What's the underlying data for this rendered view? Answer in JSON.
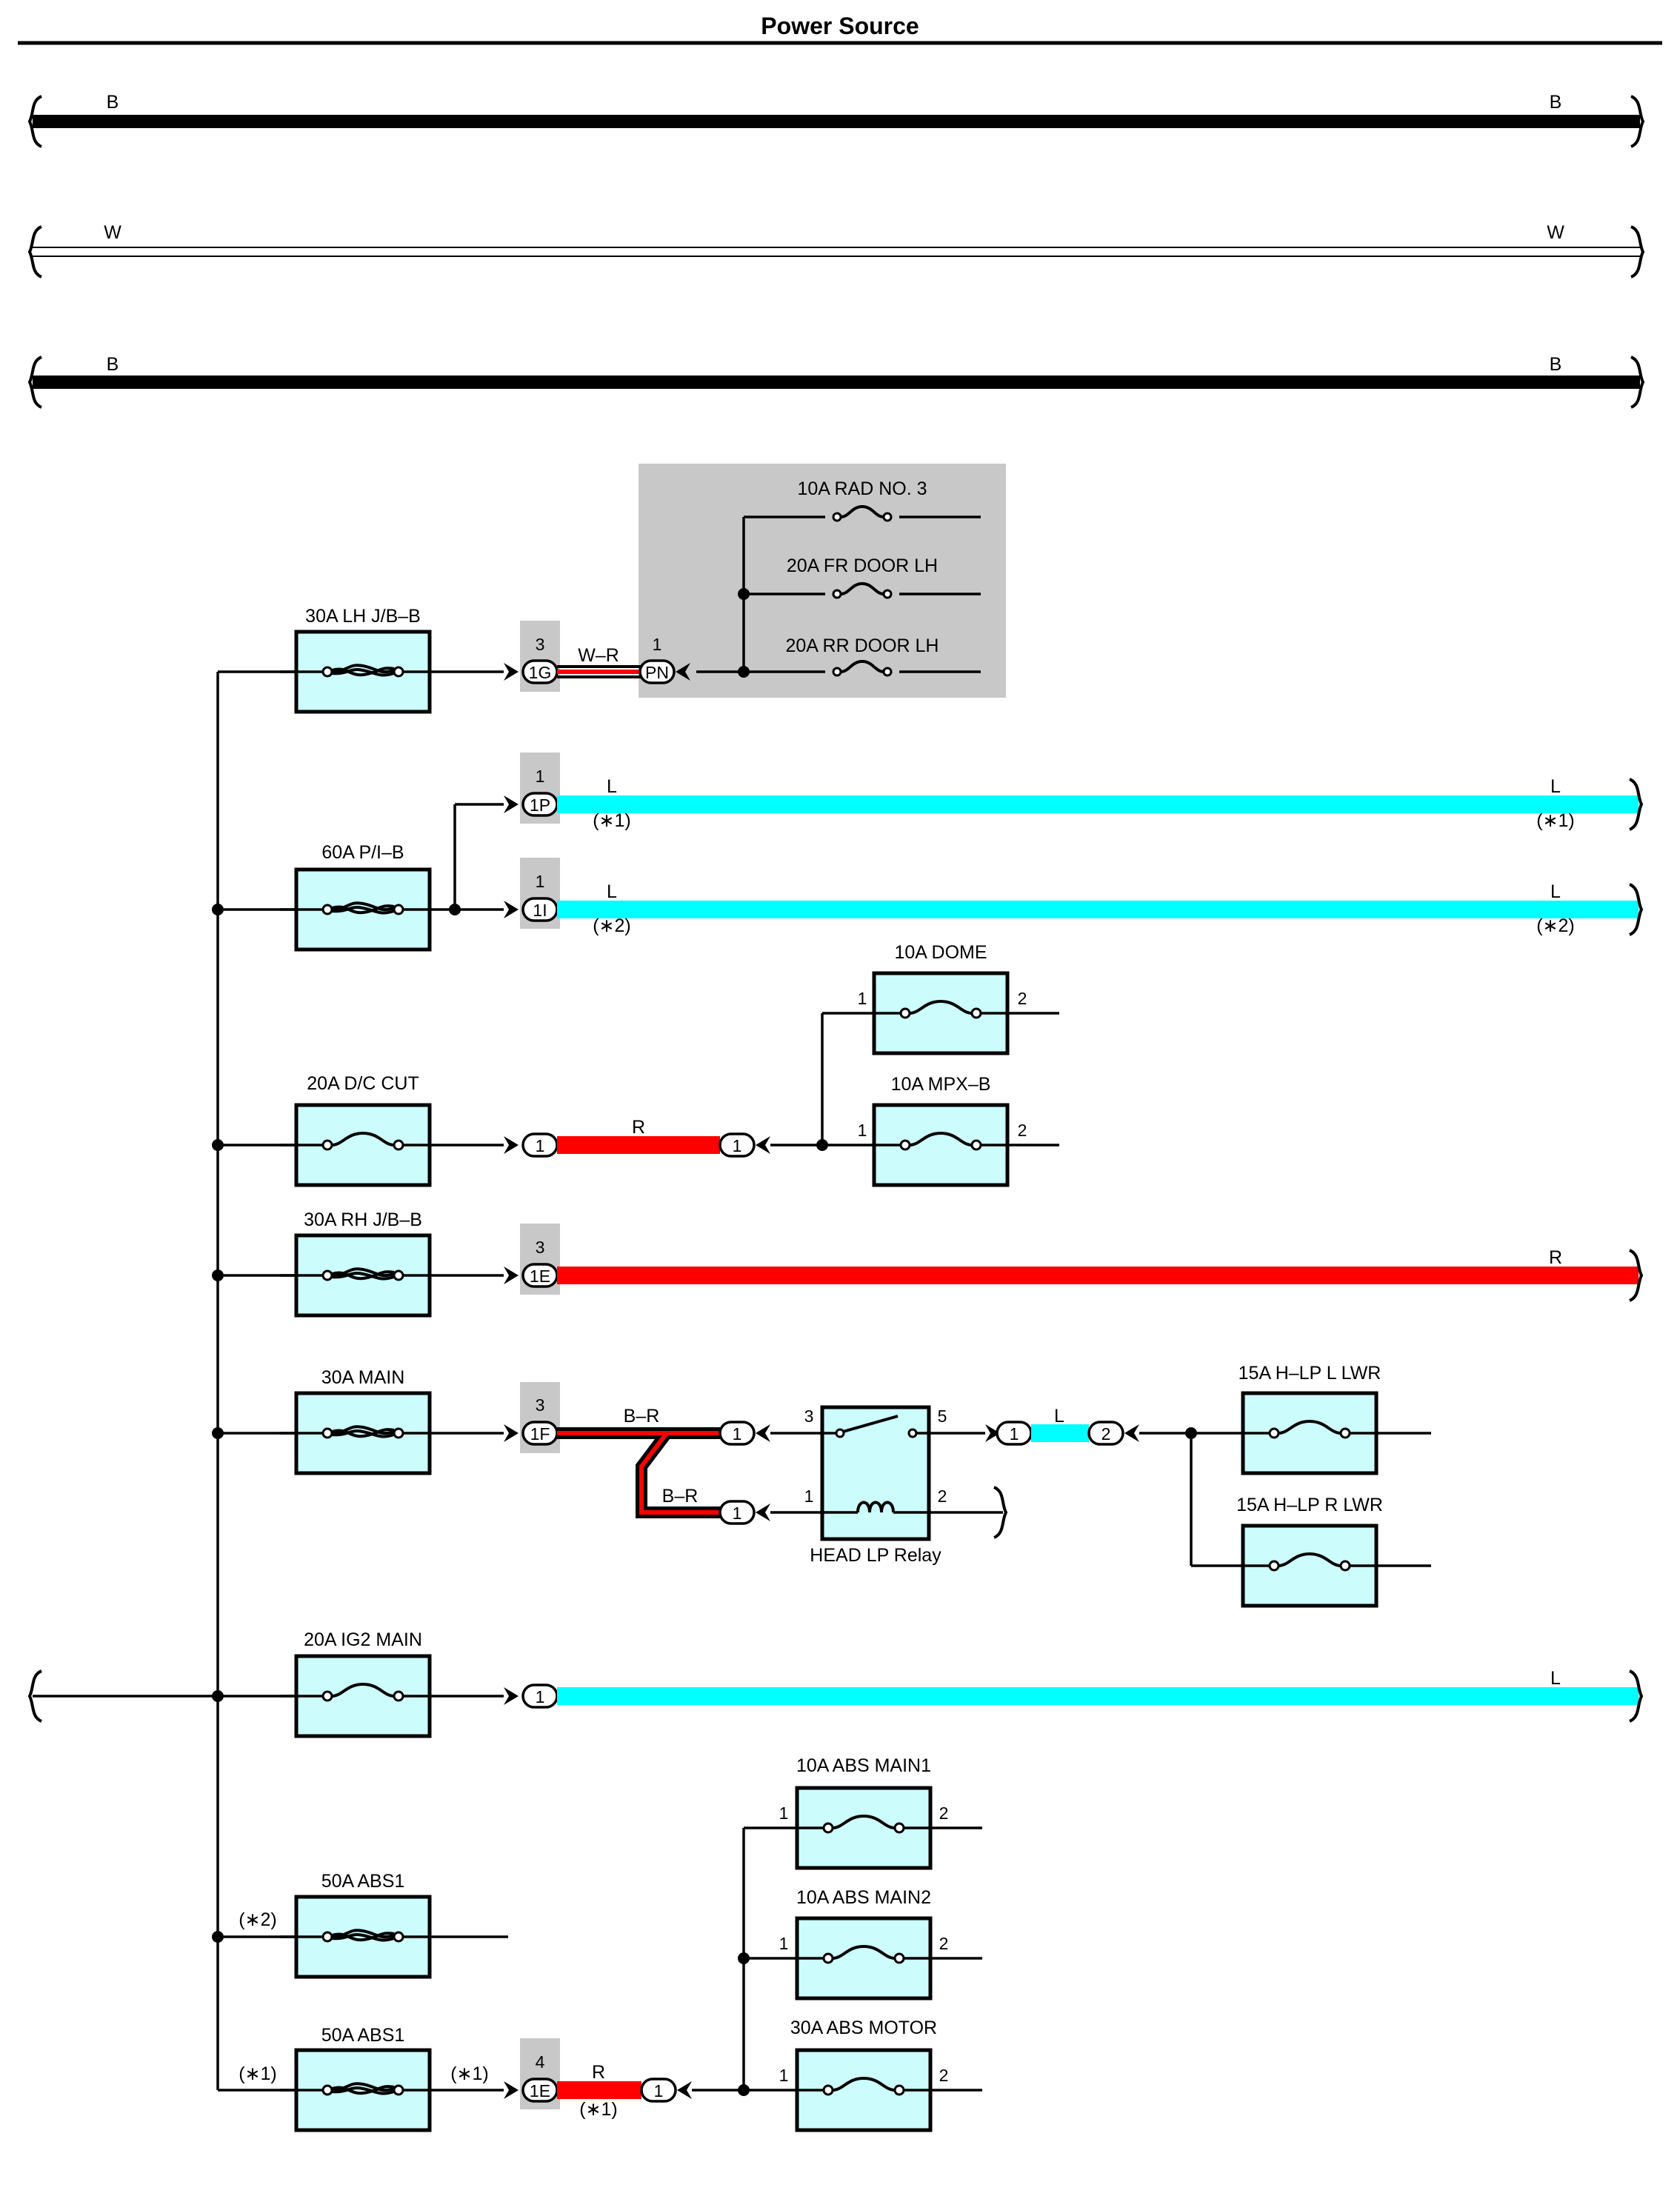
{
  "title": "Power Source",
  "colors": {
    "fuse_fill": "#CCFCFC",
    "wire_L": "#00FFFF",
    "wire_R": "#FF0000",
    "wire_B": "#000000",
    "wire_W": "#FFFFFF",
    "junction_block_shade": "#C8C8C8"
  },
  "top_buses": [
    {
      "color_code_left": "B",
      "color_code_right": "B"
    },
    {
      "color_code_left": "W",
      "color_code_right": "W"
    },
    {
      "color_code_left": "B",
      "color_code_right": "B"
    }
  ],
  "junction_block": {
    "fuses": [
      "10A RAD NO. 3",
      "20A FR DOOR LH",
      "20A RR DOOR LH"
    ]
  },
  "fuses": {
    "lh_jb": "30A LH J/B–B",
    "p_i_b": "60A P/I–B",
    "dc_cut": "20A D/C CUT",
    "dome": "10A DOME",
    "mpx_b": "10A MPX–B",
    "rh_jb": "30A RH J/B–B",
    "main": "30A MAIN",
    "hlp_l": "15A H–LP L LWR",
    "hlp_r": "15A H–LP R LWR",
    "ig2": "20A IG2 MAIN",
    "abs1_a": "50A ABS1",
    "abs1_b": "50A ABS1",
    "abs_main1": "10A ABS MAIN1",
    "abs_main2": "10A ABS MAIN2",
    "abs_motor": "30A ABS MOTOR"
  },
  "connectors": {
    "c1G": {
      "pin": "3",
      "id": "1G"
    },
    "cPN": {
      "pin": "1",
      "id": "PN"
    },
    "c1P": {
      "pin": "1",
      "id": "1P"
    },
    "c1I": {
      "pin": "1",
      "id": "1I"
    },
    "c1E_rh": {
      "pin": "3",
      "id": "1E"
    },
    "c1F": {
      "pin": "3",
      "id": "1F"
    },
    "c1E_abs": {
      "pin": "4",
      "id": "1E"
    },
    "one": "1",
    "two": "2"
  },
  "wires": {
    "w_r": "W–R",
    "l": "L",
    "r": "R",
    "b_r": "B–R"
  },
  "notes": {
    "star1": "(∗1)",
    "star2": "(∗2)"
  },
  "relay": {
    "name": "HEAD LP Relay",
    "pins": [
      "3",
      "5",
      "1",
      "2"
    ]
  },
  "fuse_pins": {
    "in": "1",
    "out": "2"
  }
}
